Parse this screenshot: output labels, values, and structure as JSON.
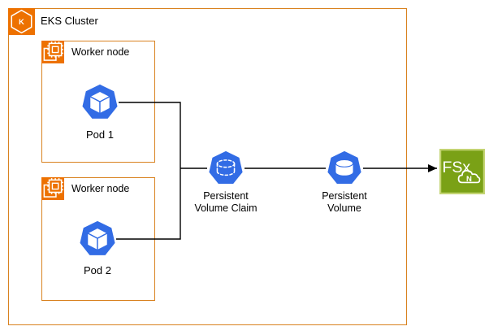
{
  "colors": {
    "orange_icon": "#ED7100",
    "orange_border": "#D9821F",
    "k8s_blue": "#326CE5",
    "fsx_green": "#7AA116",
    "fsx_green_border": "#C3D472",
    "line": "#000000",
    "text": "#000000"
  },
  "eks_cluster": {
    "label": "EKS Cluster",
    "icon": "eks-kubernetes-icon",
    "icon_letter": "K"
  },
  "worker_nodes": [
    {
      "label": "Worker node",
      "icon": "ec2-instance-chip-icon",
      "pod": {
        "label": "Pod 1",
        "icon": "k8s-pod-icon"
      }
    },
    {
      "label": "Worker node",
      "icon": "ec2-instance-chip-icon",
      "pod": {
        "label": "Pod 2",
        "icon": "k8s-pod-icon"
      }
    }
  ],
  "persistent_volume_claim": {
    "label_line1": "Persistent",
    "label_line2": "Volume Claim",
    "icon": "k8s-persistent-volume-claim-icon"
  },
  "persistent_volume": {
    "label_line1": "Persistent",
    "label_line2": "Volume",
    "icon": "k8s-persistent-volume-icon"
  },
  "fsx": {
    "label": "FSx",
    "badge": "N",
    "icon": "amazon-fsx-netapp-ontap-icon"
  },
  "connections": [
    {
      "from": "pod-1",
      "to": "junction"
    },
    {
      "from": "pod-2",
      "to": "junction"
    },
    {
      "from": "junction",
      "to": "persistent-volume-claim"
    },
    {
      "from": "persistent-volume-claim",
      "to": "persistent-volume"
    },
    {
      "from": "persistent-volume",
      "to": "fsx",
      "arrow": true
    }
  ]
}
